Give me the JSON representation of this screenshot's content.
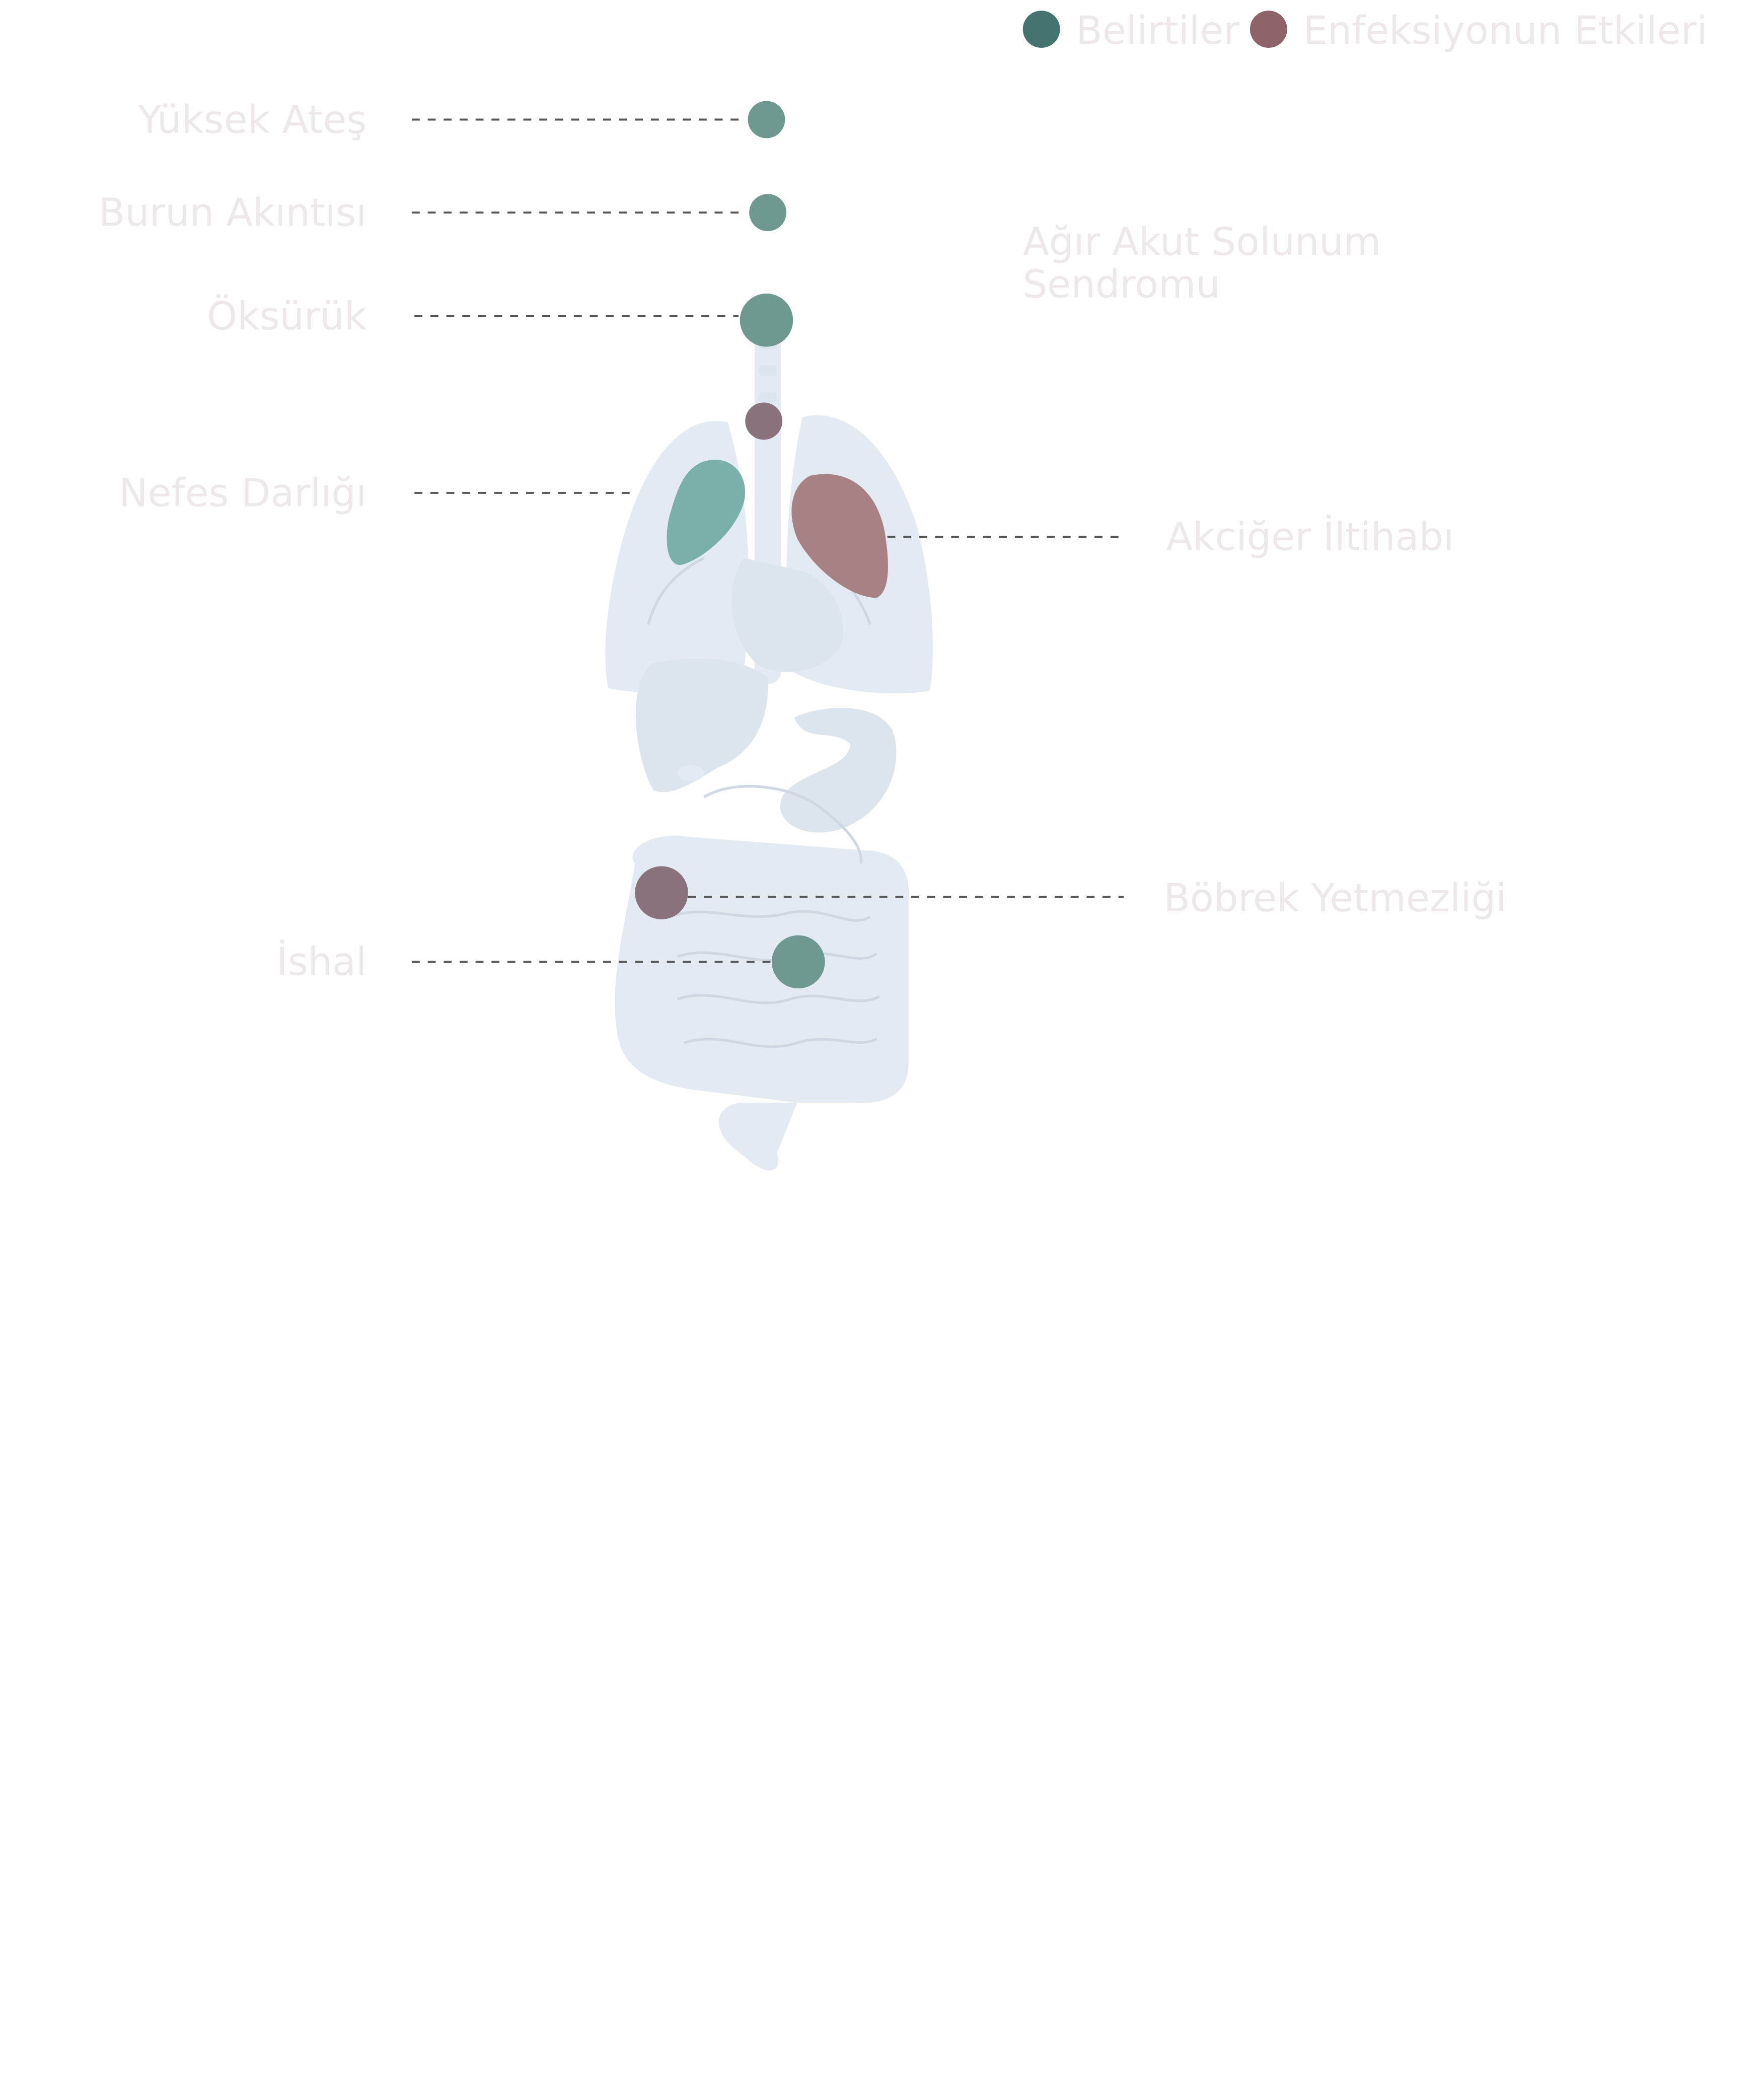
{
  "legend": {
    "items": [
      {
        "label": "Belirtiler",
        "color": "#45736f"
      },
      {
        "label": "Enfeksiyonun Etkileri",
        "color": "#8e636a"
      }
    ]
  },
  "labels": {
    "fever": "Yüksek Ateş",
    "runny_nose": "Burun Akıntısı",
    "cough": "Öksürük",
    "breath": "Nefes Darlığı",
    "diarrhea": "İshal",
    "sars_line1": "Ağır Akut Solunum",
    "sars_line2": "Sendromu",
    "pneumonia": "Akciğer İltihabı",
    "kidney": "Böbrek Yetmezliği"
  },
  "colors": {
    "symptom_marker": "#6e9890",
    "effect_marker": "#8a727c",
    "lung_symptom": "#7ab0a8",
    "lung_effect": "#a88184",
    "organs": "#e3eaf2"
  }
}
